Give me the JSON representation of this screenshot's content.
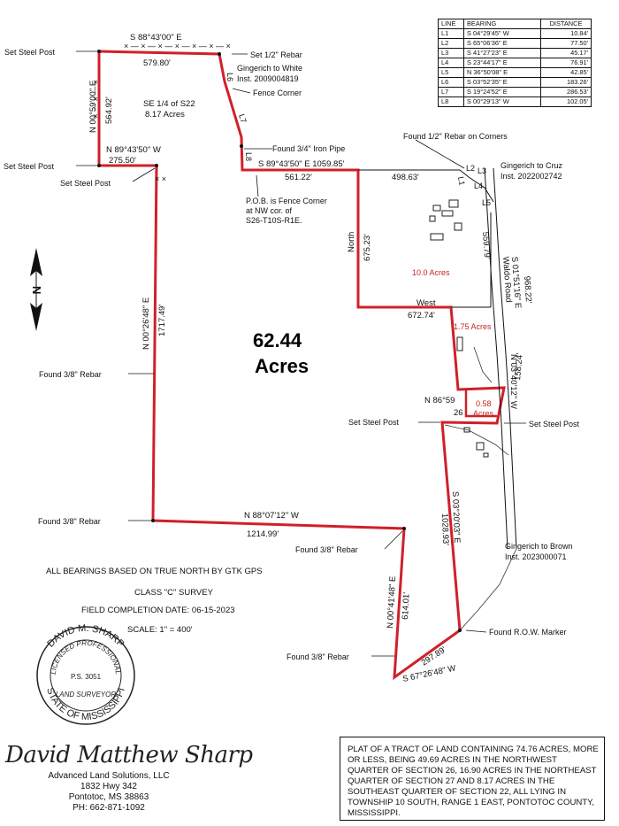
{
  "line_table": {
    "headers": [
      "LINE",
      "BEARING",
      "DISTANCE"
    ],
    "rows": [
      [
        "L1",
        "S 04°29'45\" W",
        "10.84'"
      ],
      [
        "L2",
        "S 65°06'36\" E",
        "77.50'"
      ],
      [
        "L3",
        "S 41°27'23\" E",
        "45.17'"
      ],
      [
        "L4",
        "S 23°44'17\" E",
        "76.91'"
      ],
      [
        "L5",
        "N 36°50'08\" E",
        "42.85'"
      ],
      [
        "L6",
        "S 03°52'35\" E",
        "183.26'"
      ],
      [
        "L7",
        "S 19°24'52\" E",
        "286.53'"
      ],
      [
        "L8",
        "S 00°29'13\" W",
        "102.05'"
      ]
    ]
  },
  "calls": {
    "top_bearing": "S 88°43'00\" E",
    "top_distance": "579.80'",
    "set_half_rebar": "Set 1/2\" Rebar",
    "gingerich_white": "Gingerich to White",
    "gingerich_white_inst": "Inst. 2009004819",
    "fence_corner": "Fence Corner",
    "set_steel_post": "Set Steel Post",
    "west_upper_bearing": "N 00°59'00\" E",
    "west_upper_distance": "564.92'",
    "se_quarter": "SE 1/4 of S22",
    "se_quarter_acres": "8.17 Acres",
    "found_34_pipe": "Found 3/4\" Iron Pipe",
    "found_half_rebar_corners": "Found 1/2\" Rebar on Corners",
    "step_bearing": "N 89°43'50\" W",
    "step_distance": "275.50'",
    "main_bearing": "S 89°43'50\" E 1059.85'",
    "main_dist_left": "561.22'",
    "main_dist_right": "498.63'",
    "gingerich_cruz": "Gingerich to Cruz",
    "gingerich_cruz_inst": "Inst. 2022002742",
    "pob_1": "P.O.B. is Fence Corner",
    "pob_2": "at NW cor. of",
    "pob_3": "S26-T10S-R1E.",
    "north_label": "North",
    "north_distance": "675.23'",
    "road_distance": "559.79'",
    "waldo_road": "Waldo Road",
    "road_bearing": "S 01°51'16\" E",
    "road_total": "968.22'",
    "west_label": "West",
    "west_distance": "672.74'",
    "ten_acres": "10.0 Acres",
    "one75_acres": "1.75 Acres",
    "west_long_bearing": "N 00°26'48\" E",
    "west_long_distance": "1717.49'",
    "found_38_rebar": "Found 3/8\" Rebar",
    "total_number": "62.44",
    "total_word": "Acres",
    "road2_bearing": "N 03°40'12\" W",
    "road2_distance": "158.24'",
    "n86": "N 86°59",
    "n86_dist": "26",
    "zero58": "0.58",
    "zero58_word": "Acres",
    "east_mid_bearing": "S 03°20'03\" E",
    "east_mid_distance": "1028.93'",
    "bottom_bearing": "N 88°07'12\" W",
    "bottom_distance": "1214.99'",
    "gingerich_brown": "Gingerich to Brown",
    "gingerich_brown_inst": "Inst. 2023000071",
    "notch_bearing": "N 00°41'48\" E",
    "notch_distance": "614.01'",
    "found_row_marker": "Found R.O.W. Marker",
    "sw_distance": "297.89'",
    "sw_bearing": "S 67°26'48\" W",
    "fence_x": "×"
  },
  "notes": {
    "bearings": "ALL BEARINGS BASED ON TRUE NORTH BY GTK GPS",
    "class": "CLASS \"C\" SURVEY",
    "field_date": "FIELD COMPLETION DATE:  06-15-2023",
    "scale": "SCALE:   1\"  =  400'"
  },
  "seal": {
    "name": "DAVID M. SHARP",
    "top": "LICENSED PROFESSIONAL",
    "number": "P.S. 3051",
    "role": "LAND SURVEYOR",
    "state": "STATE OF MISSISSIPPI"
  },
  "signature": "David Matthew Sharp",
  "firm": {
    "name": "Advanced Land Solutions, LLC",
    "address": "1832 Hwy 342",
    "city": "Pontotoc, MS   38863",
    "phone": "PH:  662-871-1092"
  },
  "description": "PLAT OF A TRACT OF LAND CONTAINING 74.76 ACRES, MORE OR LESS, BEING 49.69 ACRES IN THE NORTHWEST QUARTER OF SECTION 26, 16.90 ACRES IN THE NORTHEAST QUARTER OF SECTION 27 AND 8.17 ACRES IN THE SOUTHEAST QUARTER OF SECTION 22, ALL LYING IN TOWNSHIP 10 SOUTH, RANGE 1 EAST, PONTOTOC COUNTY, MISSISSIPPI.",
  "north_arrow": "N",
  "colors": {
    "boundary": "#d0202a",
    "ink": "#111111",
    "area_label": "#c0281f"
  }
}
